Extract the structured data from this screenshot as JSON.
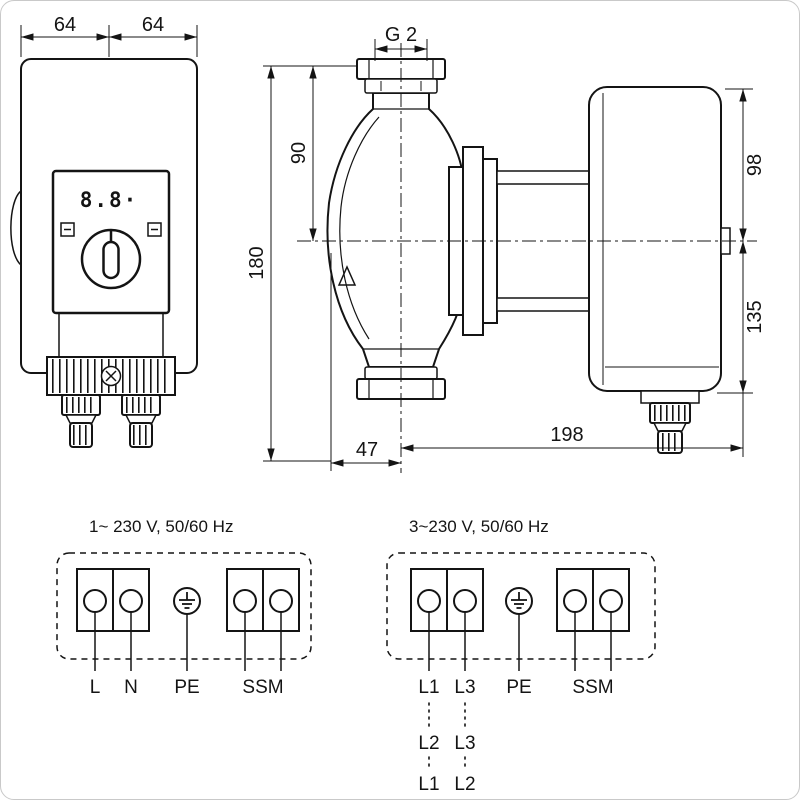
{
  "drawing": {
    "front_view": {
      "dim_left": "64",
      "dim_right": "64",
      "display_value": "8.8·"
    },
    "side_view": {
      "thread": "G 2",
      "dim_flange_to_axis": "90",
      "dim_port_to_port": "180",
      "dim_axis_to_motor_top": "98",
      "dim_axis_to_motor_bottom": "135",
      "dim_axis_to_volute": "47",
      "dim_motor_length": "198"
    },
    "wiring_1ph": {
      "title": "1~ 230 V, 50/60 Hz",
      "labels": [
        "L",
        "N",
        "PE",
        "SSM"
      ]
    },
    "wiring_3ph": {
      "title": "3~230 V, 50/60 Hz",
      "labels": [
        "L1",
        "L3",
        "PE",
        "SSM"
      ],
      "alt1": [
        "L2",
        "L3"
      ],
      "alt2": [
        "L1",
        "L2"
      ]
    }
  }
}
